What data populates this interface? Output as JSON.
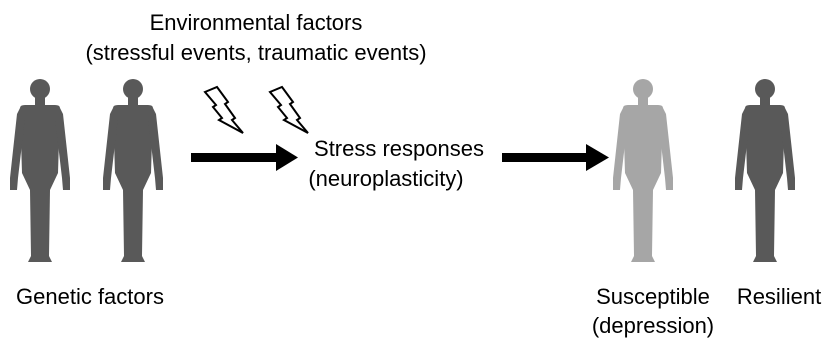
{
  "environment": {
    "title": "Environmental factors",
    "subtitle": "(stressful events, traumatic events)"
  },
  "genetic": {
    "label": "Genetic factors"
  },
  "stress": {
    "line1": "Stress responses",
    "line2": "(neuroplasticity)"
  },
  "outcomes": {
    "susceptible": "Susceptible",
    "susceptible_note": "(depression)",
    "resilient": "Resilient"
  },
  "colors": {
    "figure_dark": "#595959",
    "figure_light": "#a6a6a6",
    "arrow": "#000000",
    "lightning_fill": "#ffffff",
    "lightning_stroke": "#000000"
  },
  "icons": {
    "person": "human-figure-icon",
    "lightning": "lightning-bolt-icon",
    "arrow": "right-arrow-icon"
  }
}
